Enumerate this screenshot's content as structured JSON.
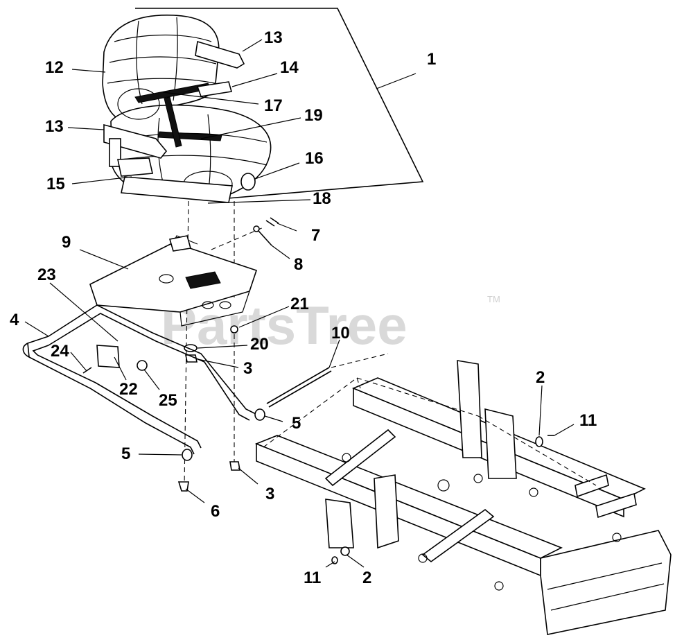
{
  "watermark": {
    "text": "PartsTree",
    "trademark": "TM"
  },
  "callouts": [
    {
      "label": "1"
    },
    {
      "label": "2"
    },
    {
      "label": "2"
    },
    {
      "label": "3"
    },
    {
      "label": "3"
    },
    {
      "label": "4"
    },
    {
      "label": "5"
    },
    {
      "label": "5"
    },
    {
      "label": "6"
    },
    {
      "label": "7"
    },
    {
      "label": "8"
    },
    {
      "label": "9"
    },
    {
      "label": "10"
    },
    {
      "label": "11"
    },
    {
      "label": "11"
    },
    {
      "label": "12"
    },
    {
      "label": "13"
    },
    {
      "label": "13"
    },
    {
      "label": "14"
    },
    {
      "label": "15"
    },
    {
      "label": "16"
    },
    {
      "label": "17"
    },
    {
      "label": "18"
    },
    {
      "label": "19"
    },
    {
      "label": "20"
    },
    {
      "label": "21"
    },
    {
      "label": "22"
    },
    {
      "label": "23"
    },
    {
      "label": "24"
    },
    {
      "label": "25"
    }
  ],
  "colors": {
    "ink": "#000000",
    "watermark": "#d9d9d9",
    "background": "#ffffff"
  }
}
